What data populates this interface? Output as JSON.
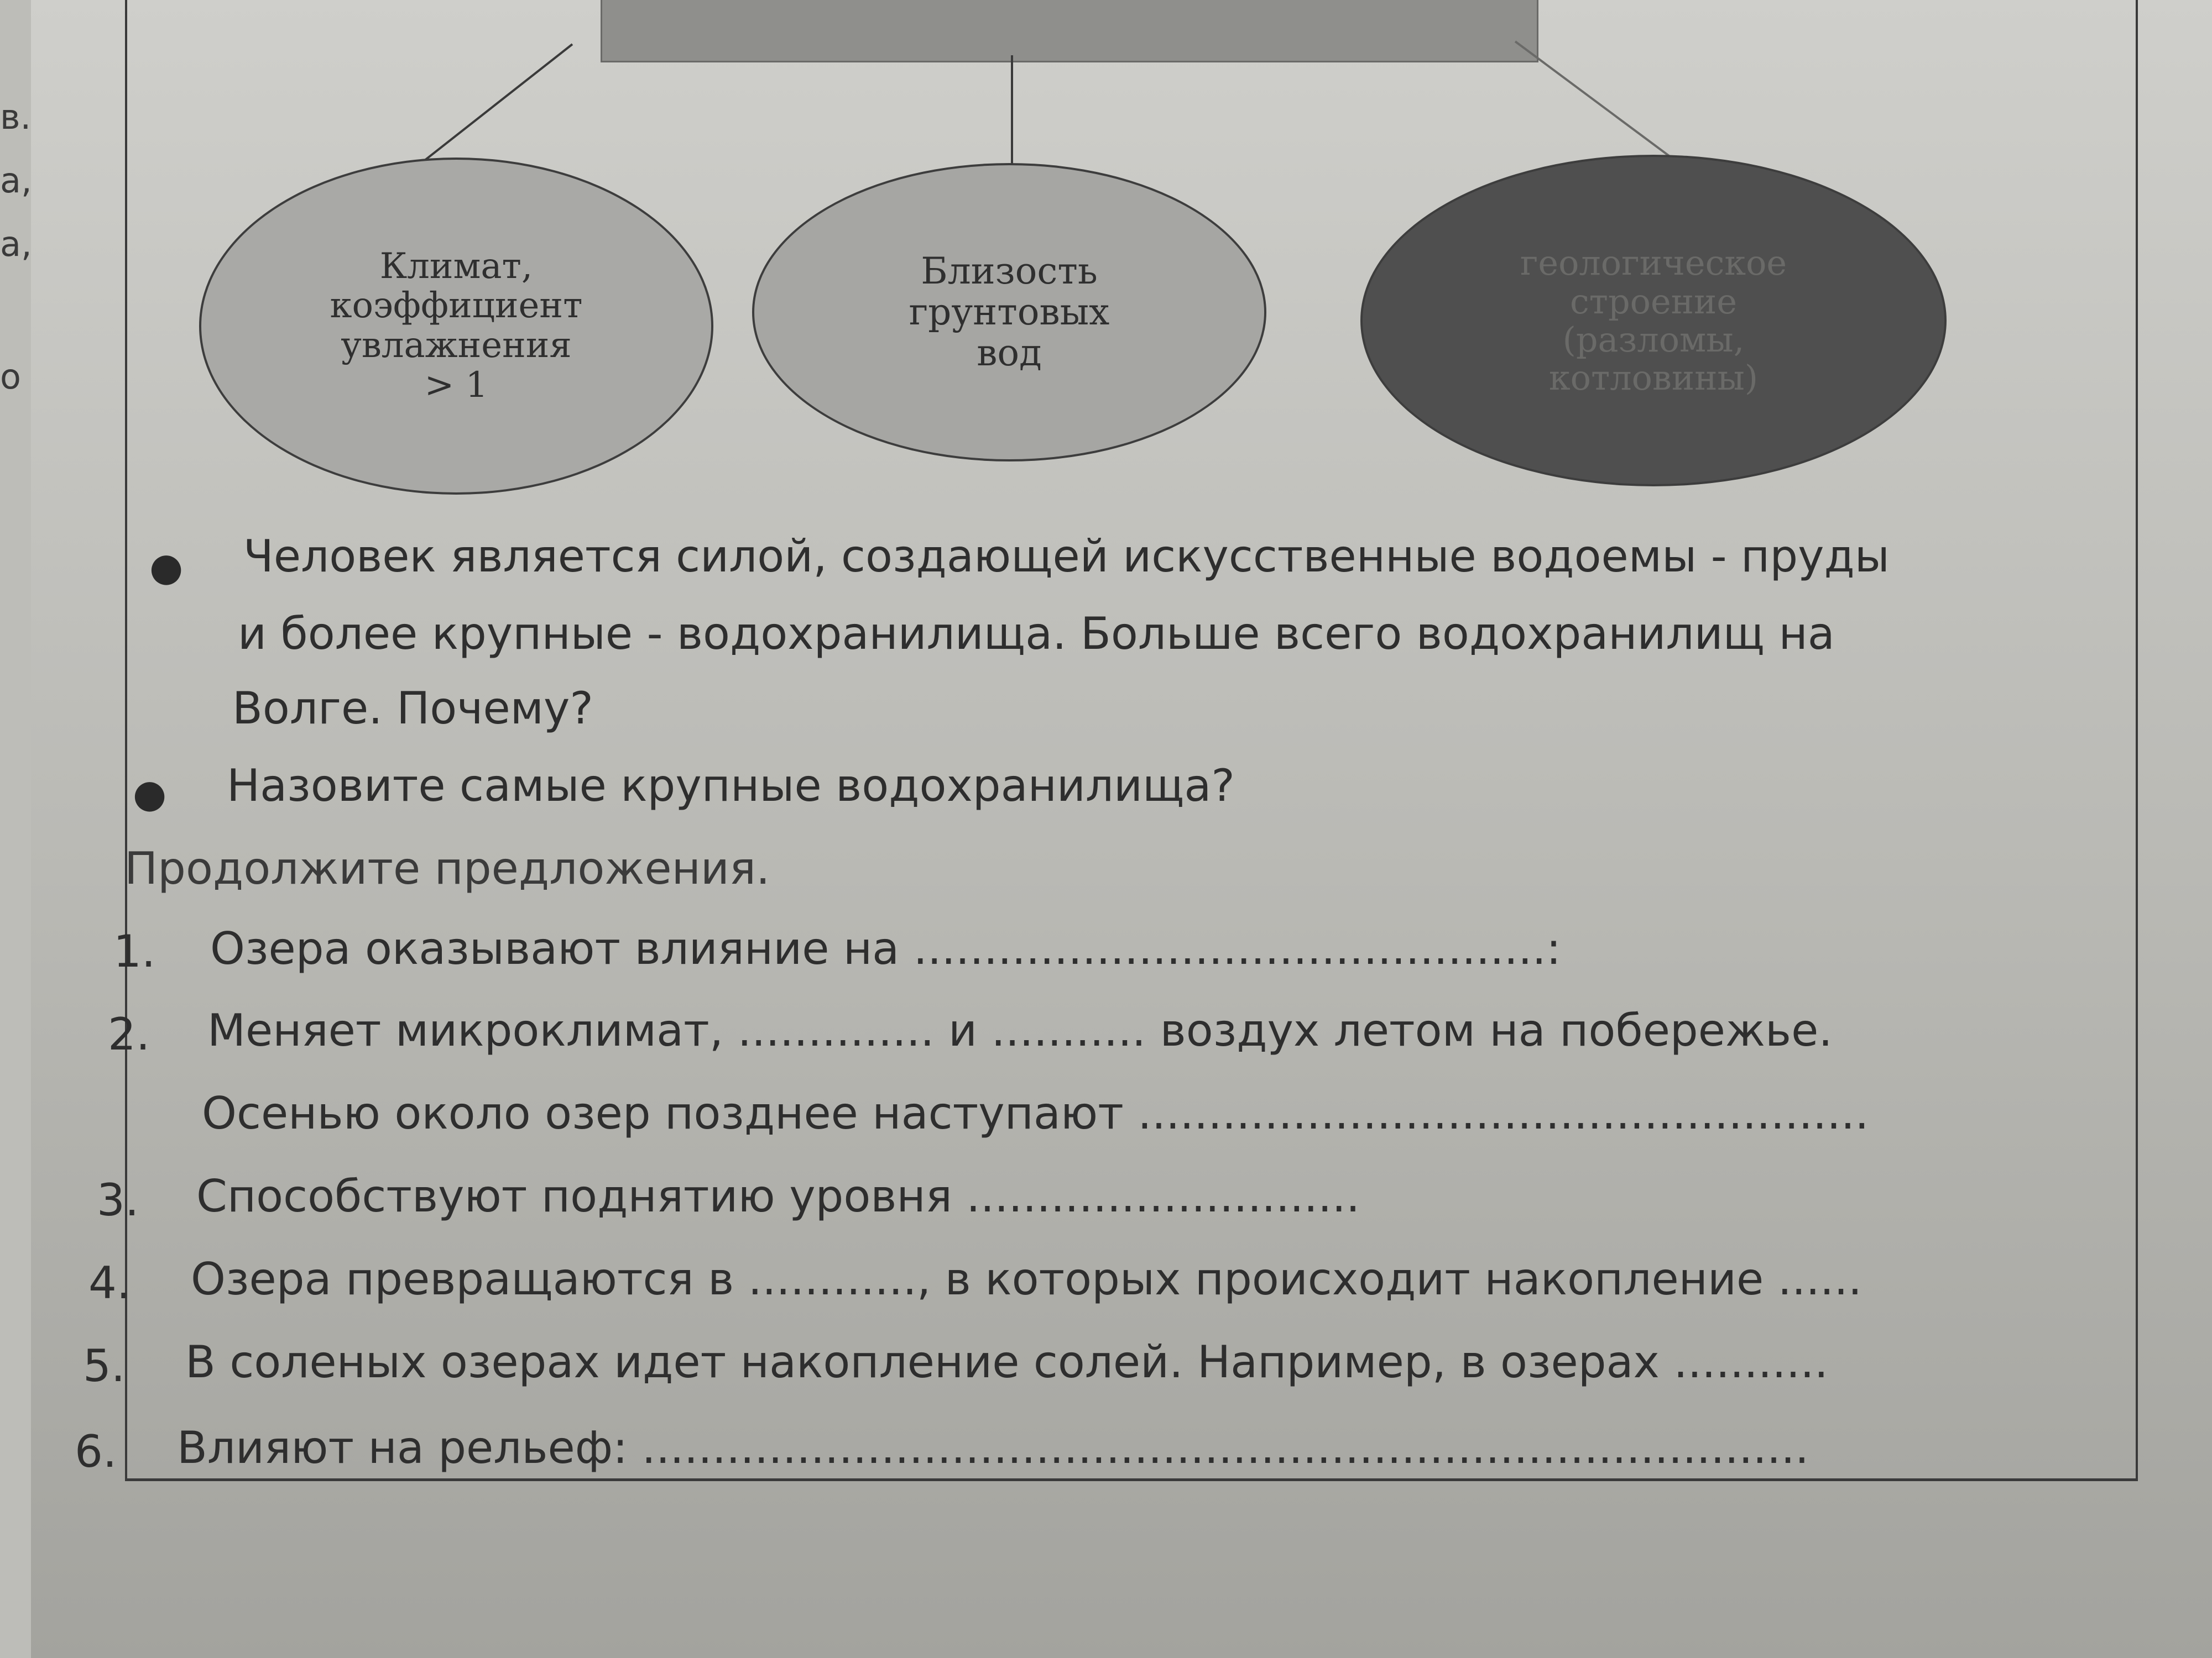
{
  "left_page": {
    "letters": [
      "в.",
      "а,",
      "а,",
      "о"
    ]
  },
  "diagram": {
    "ellipses": [
      {
        "lines": [
          "Климат,",
          "коэффициент",
          "увлажнения",
          "> 1"
        ]
      },
      {
        "lines": [
          "Близость",
          "грунтовых",
          "вод"
        ]
      },
      {
        "lines": [
          "геологическое",
          "строение",
          "(разломы,",
          "котловины)"
        ]
      }
    ],
    "colors": {
      "light_ellipse": "#a9a9a6",
      "dark_ellipse": "#4f4f4f"
    }
  },
  "bullets": [
    {
      "lines": [
        "Человек является силой, создающей искусственные водоемы - пруды",
        "и более крупные - водохранилища. Больше всего водохранилищ на",
        "Волге. Почему?"
      ]
    },
    {
      "lines": [
        "Назовите самые крупные водохранилища?"
      ]
    }
  ],
  "exercise": {
    "heading": "Продолжите предложения.",
    "items": [
      {
        "number": "1.",
        "lines": [
          "Озера оказывают влияние на .............................................:"
        ]
      },
      {
        "number": "2.",
        "lines": [
          "Меняет микроклимат, .............. и ........... воздух летом на побережье.",
          "Осенью около озер позднее наступают ...................................................."
        ]
      },
      {
        "number": "3.",
        "lines": [
          "Способствуют поднятию уровня ............................"
        ]
      },
      {
        "number": "4.",
        "lines": [
          "Озера превращаются в ............, в которых происходит накопление ......"
        ]
      },
      {
        "number": "5.",
        "lines": [
          "В соленых озерах идет накопление солей. Например, в озерах ..........."
        ]
      },
      {
        "number": "6.",
        "lines": [
          "Влияют на рельеф: ..................................................................................."
        ]
      }
    ]
  }
}
